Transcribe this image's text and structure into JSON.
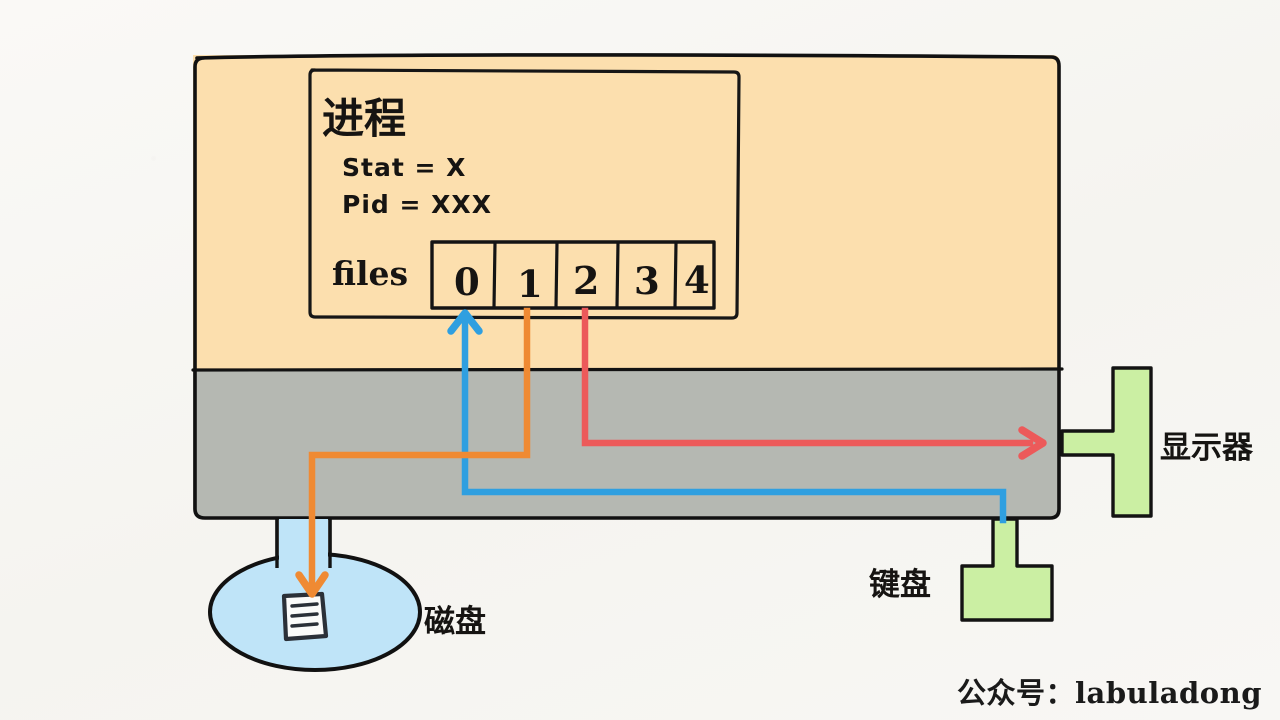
{
  "diagram": {
    "title_note": "Linux process file descriptor table diagram",
    "background_color": "#f7f6f2"
  },
  "computer": {
    "upper_region_color": "#fcdfae",
    "lower_region_color": "#b5b8b2",
    "border_color": "#111111"
  },
  "process_box": {
    "label": "进程",
    "fields": [
      {
        "name": "stat",
        "text": "Stat = X"
      },
      {
        "name": "pid",
        "text": "Pid = XXX"
      }
    ],
    "files_label": "files",
    "fd_table": [
      "0",
      "1",
      "2",
      "3",
      "4"
    ]
  },
  "devices": {
    "disk": {
      "label": "磁盘",
      "fill_color": "#bfe4f8",
      "icon": "document-icon"
    },
    "monitor": {
      "label": "显示器",
      "fill_color": "#cbefa3"
    },
    "keyboard": {
      "label": "键盘",
      "fill_color": "#cbefa3"
    }
  },
  "connections": [
    {
      "name": "fd0-stdin-keyboard",
      "color": "#2f9fe0",
      "from": "0",
      "to": "键盘",
      "direction": "into-process"
    },
    {
      "name": "fd1-stdout-disk",
      "color": "#ef8a33",
      "from": "1",
      "to": "磁盘",
      "direction": "out-of-process"
    },
    {
      "name": "fd2-stderr-monitor",
      "color": "#ec5a5a",
      "from": "2",
      "to": "显示器",
      "direction": "out-of-process"
    }
  ],
  "watermark": {
    "text": "公众号：labuladong"
  }
}
